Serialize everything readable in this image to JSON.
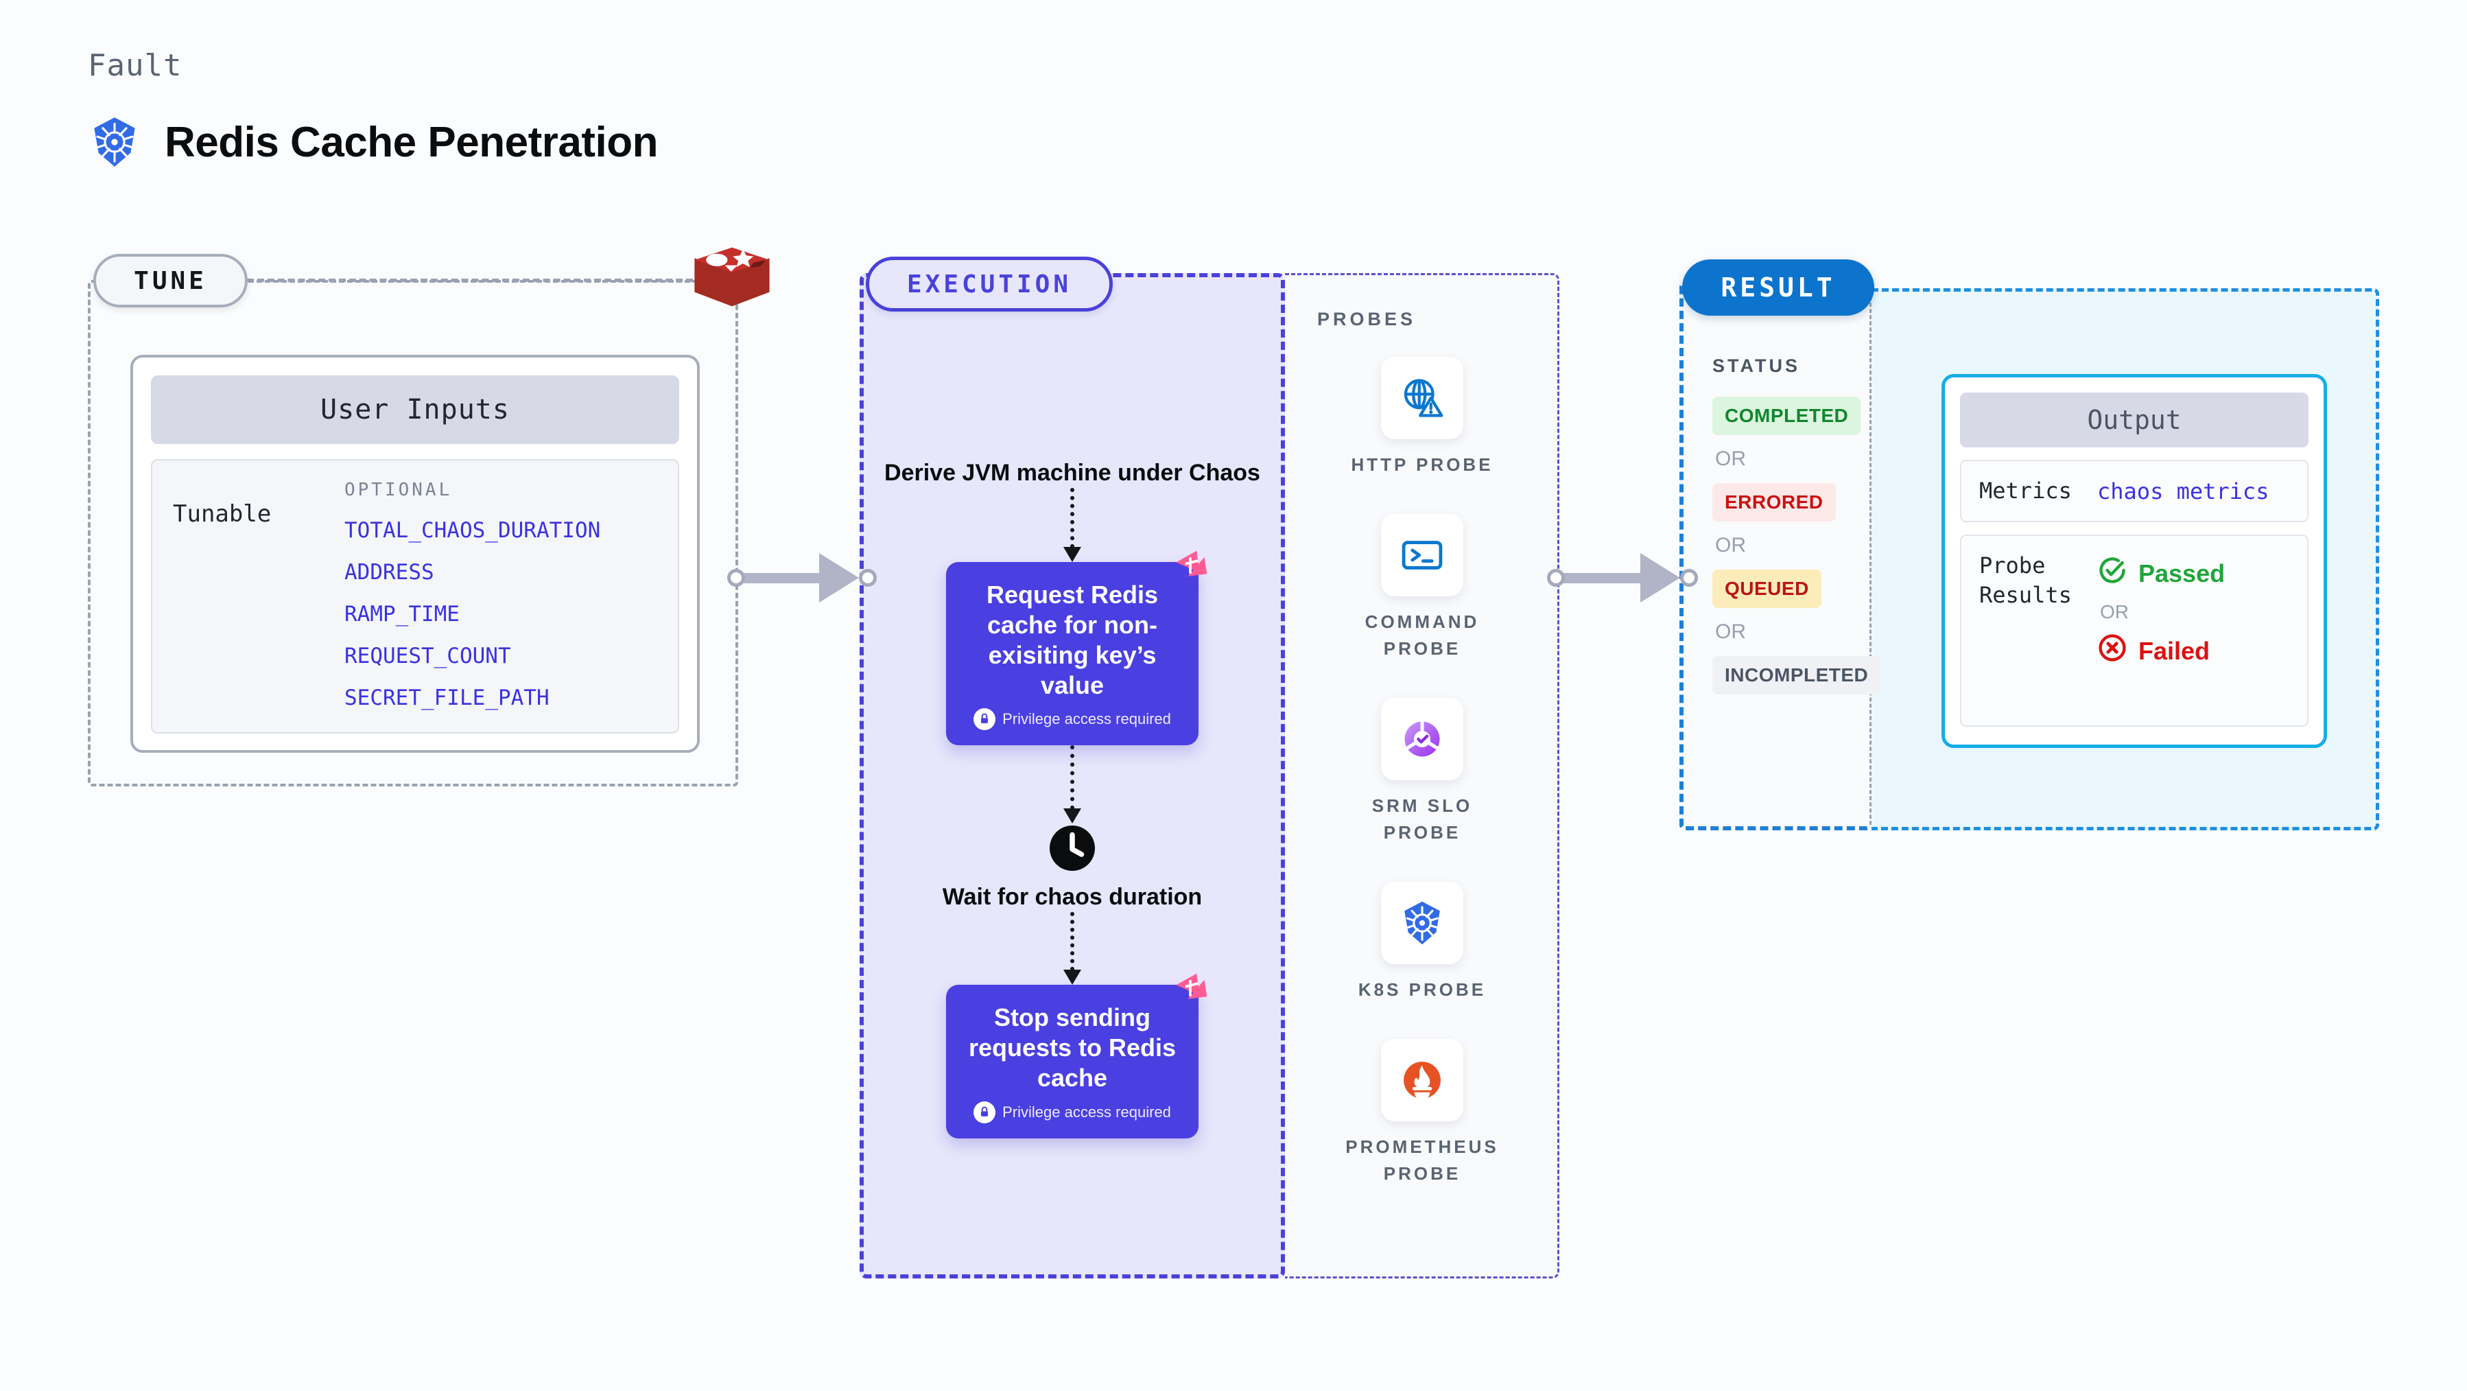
{
  "header": {
    "kicker": "Fault",
    "title": "Redis Cache Penetration",
    "logo_icon": "kubernetes-icon"
  },
  "colors": {
    "accent_purple": "#4a3fe0",
    "result_blue": "#0d74ce",
    "output_border": "#16aee6",
    "chaos_pink": "#ff5c93",
    "link_blue": "#3b32e0"
  },
  "tune": {
    "pill_label": "TUNE",
    "source_icon": "redis-icon",
    "card": {
      "header": "User Inputs",
      "group_label": "Tunable",
      "optional_label": "OPTIONAL",
      "tunables": [
        "TOTAL_CHAOS_DURATION",
        "ADDRESS",
        "RAMP_TIME",
        "REQUEST_COUNT",
        "SECRET_FILE_PATH"
      ]
    }
  },
  "execution": {
    "pill_label": "EXECUTION",
    "steps": [
      {
        "type": "text",
        "label": "Derive JVM machine under Chaos"
      },
      {
        "type": "node",
        "label": "Request Redis cache for non-exisiting key’s value",
        "note": "Privilege access required",
        "badge_icon": "chaos-flag-icon",
        "note_icon": "lock-icon"
      },
      {
        "type": "icon-text",
        "icon": "clock-icon",
        "label": "Wait for chaos duration"
      },
      {
        "type": "node",
        "label": "Stop sending requests to Redis cache",
        "note": "Privilege access required",
        "badge_icon": "chaos-flag-icon",
        "note_icon": "lock-icon"
      }
    ]
  },
  "probes": {
    "title": "PROBES",
    "items": [
      {
        "label": "HTTP PROBE",
        "icon": "globe-warning-icon"
      },
      {
        "label": "COMMAND PROBE",
        "icon": "terminal-icon"
      },
      {
        "label": "SRM SLO PROBE",
        "icon": "srm-slo-icon"
      },
      {
        "label": "K8S PROBE",
        "icon": "kubernetes-icon"
      },
      {
        "label": "PROMETHEUS PROBE",
        "icon": "prometheus-icon"
      }
    ]
  },
  "result": {
    "pill_label": "RESULT",
    "status_title": "STATUS",
    "or_label": "OR",
    "statuses": [
      {
        "label": "COMPLETED",
        "fg": "#11862f",
        "bg": "#dcf5de"
      },
      {
        "label": "ERRORED",
        "fg": "#cc1111",
        "bg": "#fde9e8"
      },
      {
        "label": "QUEUED",
        "fg": "#bb1515",
        "bg": "#fcecb9"
      },
      {
        "label": "INCOMPLETED",
        "fg": "#4b5564",
        "bg": "#f0f1f5"
      }
    ],
    "output": {
      "header": "Output",
      "metrics_key": "Metrics",
      "metrics_value": "chaos metrics",
      "probe_key": "Probe Results",
      "passed_label": "Passed",
      "failed_label": "Failed",
      "or_label": "OR",
      "passed_icon": "check-circle-icon",
      "failed_icon": "x-circle-icon"
    }
  }
}
